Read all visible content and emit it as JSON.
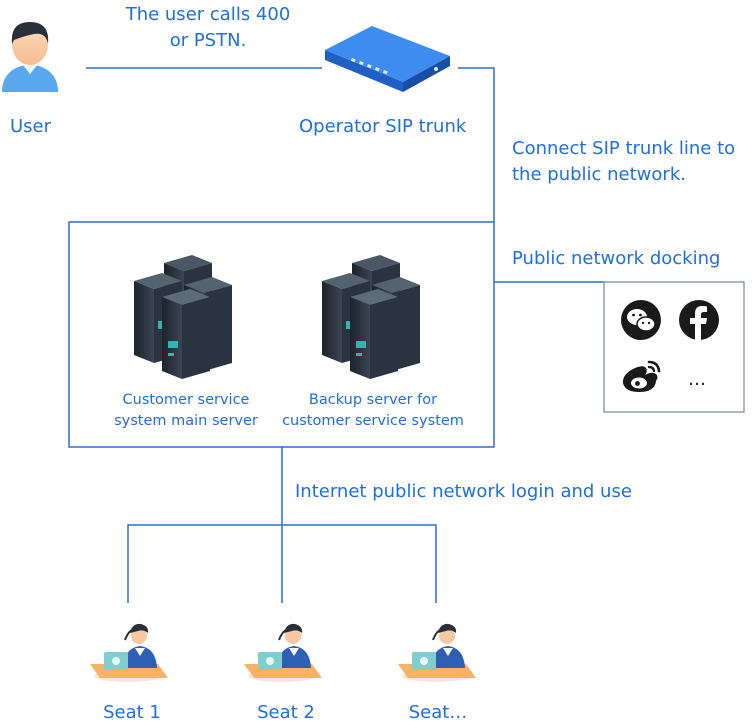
{
  "diagram": {
    "user_label": "User",
    "call_note_line1": "The user calls 400",
    "call_note_line2": "or PSTN.",
    "sip_trunk_label": "Operator SIP trunk",
    "connect_note_line1": "Connect SIP trunk line to",
    "connect_note_line2": "the public network.",
    "docking_label": "Public network docking",
    "main_server_line1": "Customer service",
    "main_server_line2": "system main server",
    "backup_server_line1": "Backup server for",
    "backup_server_line2": "customer service system",
    "internet_note": "Internet public network login and use",
    "seats": [
      {
        "label": "Seat 1"
      },
      {
        "label": "Seat 2"
      },
      {
        "label": "Seat…"
      }
    ],
    "social_icons": [
      "wechat-icon",
      "facebook-icon",
      "weibo-icon",
      "more-dots-icon"
    ],
    "more_text": "…",
    "colors": {
      "accent_blue": "#1f6fe0",
      "line_blue": "#2b6fd6",
      "server_dark": "#2a3440",
      "server_teal": "#2fb6b0",
      "desk_orange": "#f7b267",
      "suit_blue": "#2d5fb5"
    }
  }
}
